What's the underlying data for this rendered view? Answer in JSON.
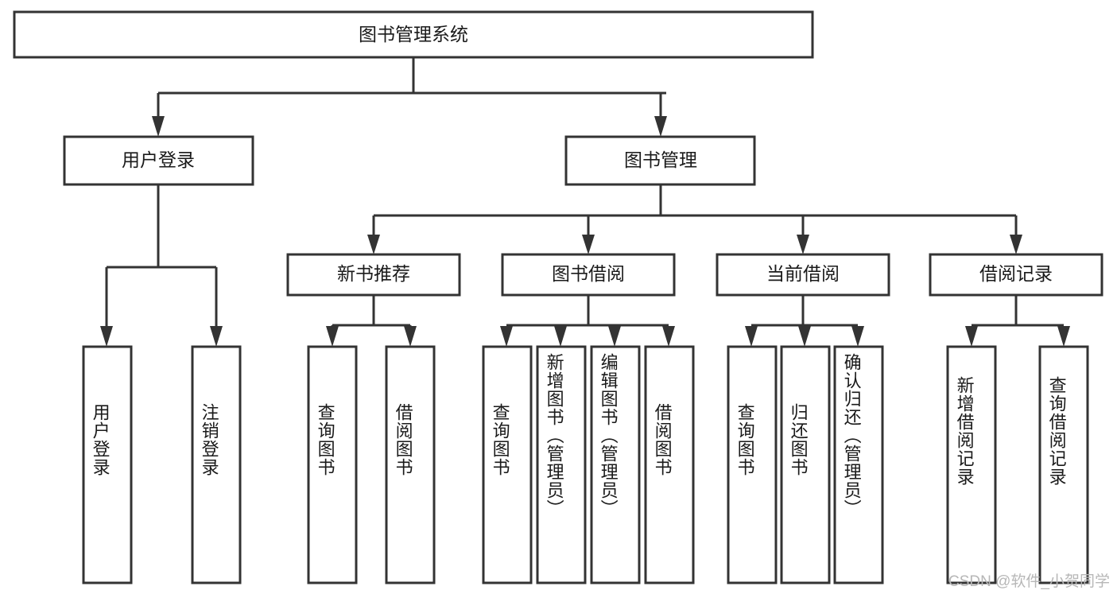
{
  "diagram": {
    "type": "tree-hierarchy",
    "title": "图书管理系统",
    "root": {
      "id": "root",
      "label": "图书管理系统"
    },
    "level2": [
      {
        "id": "user-login",
        "label": "用户登录"
      },
      {
        "id": "book-management",
        "label": "图书管理"
      }
    ],
    "level3": [
      {
        "id": "new-book-recommend",
        "label": "新书推荐",
        "parent": "book-management"
      },
      {
        "id": "book-borrow",
        "label": "图书借阅",
        "parent": "book-management"
      },
      {
        "id": "current-borrow",
        "label": "当前借阅",
        "parent": "book-management"
      },
      {
        "id": "borrow-record",
        "label": "借阅记录",
        "parent": "book-management"
      }
    ],
    "leaves": [
      {
        "id": "leaf-user-login",
        "label": "用户登录",
        "parent": "user-login"
      },
      {
        "id": "leaf-logout",
        "label": "注销登录",
        "parent": "user-login"
      },
      {
        "id": "leaf-query-book-1",
        "label": "查询图书",
        "parent": "new-book-recommend"
      },
      {
        "id": "leaf-borrow-book-1",
        "label": "借阅图书",
        "parent": "new-book-recommend"
      },
      {
        "id": "leaf-query-book-2",
        "label": "查询图书",
        "parent": "book-borrow"
      },
      {
        "id": "leaf-add-book",
        "label": "新增图书（管理员）",
        "parent": "book-borrow"
      },
      {
        "id": "leaf-edit-book",
        "label": "编辑图书（管理员）",
        "parent": "book-borrow"
      },
      {
        "id": "leaf-borrow-book-2",
        "label": "借阅图书",
        "parent": "book-borrow"
      },
      {
        "id": "leaf-query-book-3",
        "label": "查询图书",
        "parent": "current-borrow"
      },
      {
        "id": "leaf-return-book",
        "label": "归还图书",
        "parent": "current-borrow"
      },
      {
        "id": "leaf-confirm-return",
        "label": "确认归还（管理员）",
        "parent": "current-borrow"
      },
      {
        "id": "leaf-add-record",
        "label": "新增借阅记录",
        "parent": "borrow-record"
      },
      {
        "id": "leaf-query-record",
        "label": "查询借阅记录",
        "parent": "borrow-record"
      }
    ],
    "watermark": "CSDN @软件_小贺同学",
    "colors": {
      "stroke": "#333333",
      "box_fill": "#ffffff",
      "text": "#1a1a1a",
      "watermark": "#b7b7b7",
      "background": "#ffffff"
    }
  }
}
